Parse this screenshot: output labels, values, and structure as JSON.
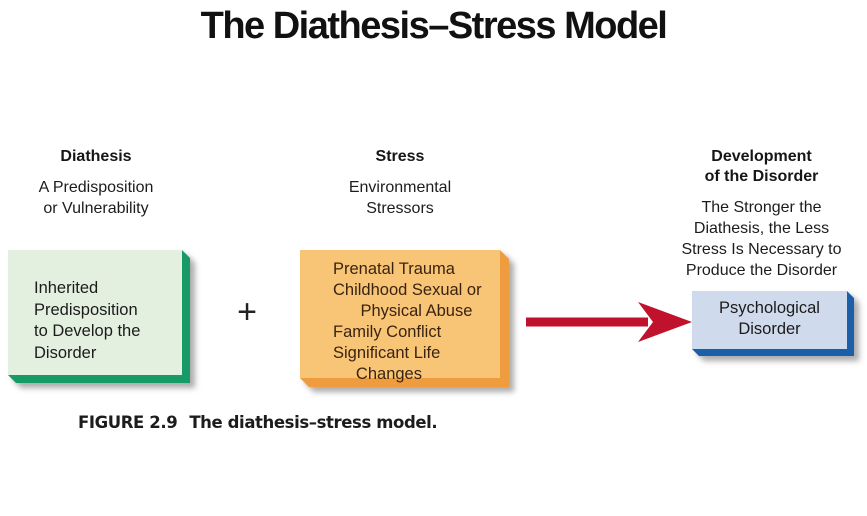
{
  "title": "The Diathesis–Stress Model",
  "columns": {
    "diathesis": {
      "heading": "Diathesis",
      "subheading": "A Predisposition\nor Vulnerability"
    },
    "stress": {
      "heading": "Stress",
      "subheading": "Environmental\nStressors"
    },
    "development": {
      "heading": "Development\nof the Disorder",
      "subheading": "The Stronger the\nDiathesis, the Less\nStress Is Necessary to\nProduce the Disorder"
    }
  },
  "boxes": {
    "diathesis": {
      "text": "Inherited\nPredisposition\nto Develop the\nDisorder"
    },
    "stress": {
      "text": "Prenatal Trauma\nChildhood Sexual or\n      Physical Abuse\nFamily Conflict\nSignificant Life\n     Changes"
    },
    "disorder": {
      "text": "Psychological\nDisorder"
    }
  },
  "operator_plus": "+",
  "caption": {
    "label": "FIGURE 2.9",
    "text": "The diathesis–stress model."
  },
  "colors": {
    "diathesis_fill": "#e3f0e0",
    "diathesis_edge": "#189a67",
    "stress_fill": "#f8c476",
    "stress_edge": "#ee9c3d",
    "disorder_fill": "#d0daed",
    "disorder_edge": "#1a5fa8",
    "arrow_red": "#c0122d"
  }
}
